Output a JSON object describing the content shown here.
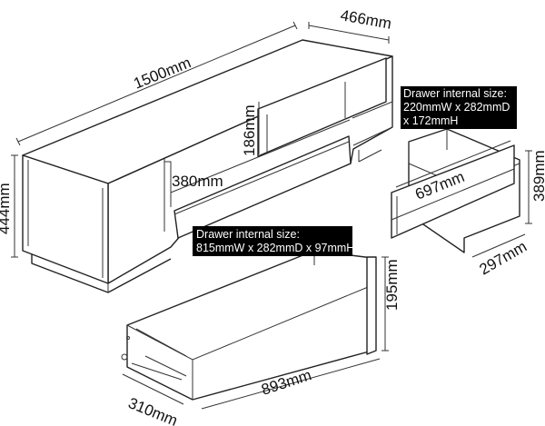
{
  "dimensions": {
    "length": "1500mm",
    "depth": "466mm",
    "height": "444mm",
    "drawer_front_height": "186mm",
    "compartment_width": "380mm",
    "small_drawer_width": "697mm",
    "small_drawer_height": "389mm",
    "small_drawer_depth": "297mm",
    "large_drawer_height": "195mm",
    "large_drawer_width": "893mm",
    "large_drawer_depth": "310mm"
  },
  "labels": {
    "small_drawer": {
      "line1": "Drawer internal size:",
      "line2": "220mmW x 282mmD",
      "line3": "x 172mmH"
    },
    "large_drawer": {
      "line1": "Drawer internal size:",
      "line2": "815mmW x 282mmD x 97mmH"
    }
  }
}
